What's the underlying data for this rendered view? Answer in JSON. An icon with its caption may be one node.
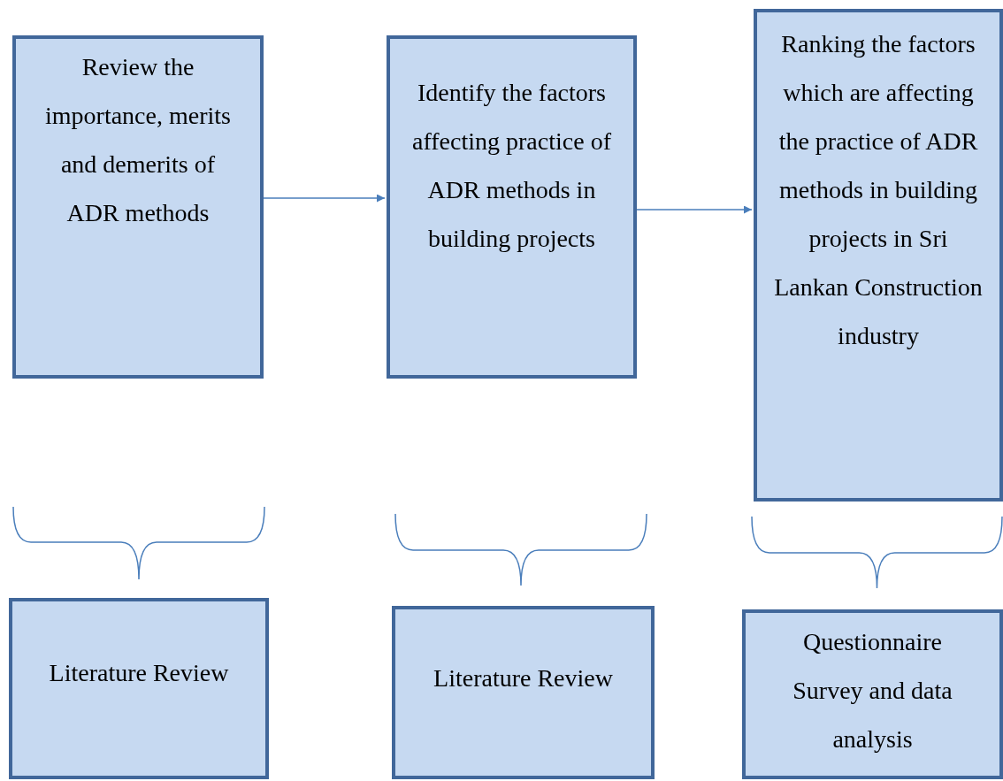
{
  "diagram": {
    "nodes": [
      {
        "text": [
          "Review the importance, merits and demerits of ADR methods"
        ]
      },
      {
        "text": [
          "Identify the factors affecting practice of ADR methods in building projects"
        ]
      },
      {
        "text": [
          "Ranking the factors which are affecting the practice of ADR methods in building projects in Sri Lankan Construction industry"
        ]
      },
      {
        "text": [
          "Literature Review"
        ]
      },
      {
        "text": [
          "Literature Review"
        ]
      },
      {
        "text": [
          "Questionnaire Survey and data analysis"
        ]
      }
    ],
    "edges": [
      {
        "from": 0,
        "to": 1,
        "arrow": "to"
      },
      {
        "from": 1,
        "to": 2,
        "arrow": "to"
      }
    ]
  }
}
